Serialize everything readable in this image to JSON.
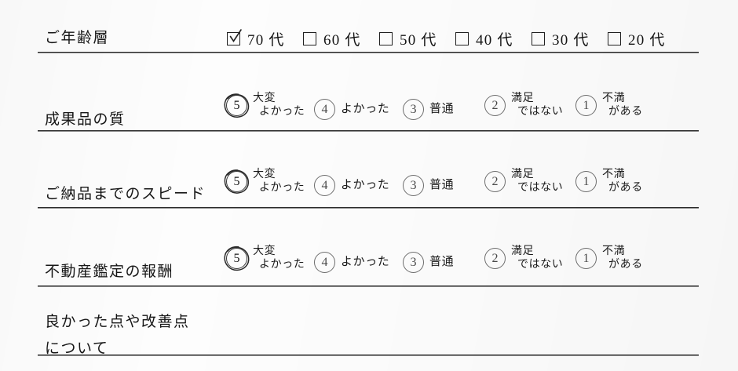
{
  "form": {
    "rows": [
      {
        "id": "age-group",
        "label": "ご年齢層",
        "type": "checkbox",
        "options": [
          {
            "label": "70 代",
            "checked": true
          },
          {
            "label": "60 代",
            "checked": false
          },
          {
            "label": "50 代",
            "checked": false
          },
          {
            "label": "40 代",
            "checked": false
          },
          {
            "label": "30 代",
            "checked": false
          },
          {
            "label": "20 代",
            "checked": false
          }
        ]
      },
      {
        "id": "quality",
        "label": "成果品の質",
        "type": "scale",
        "options": [
          {
            "number": "5",
            "line1": "大変",
            "line2": "よかった",
            "selected": true
          },
          {
            "number": "4",
            "line1": "よかった",
            "line2": "",
            "selected": false
          },
          {
            "number": "3",
            "line1": "普通",
            "line2": "",
            "selected": false
          },
          {
            "number": "2",
            "line1": "満足",
            "line2": "ではない",
            "selected": false
          },
          {
            "number": "1",
            "line1": "不満",
            "line2": "がある",
            "selected": false
          }
        ]
      },
      {
        "id": "delivery-speed",
        "label": "ご納品までのスピード",
        "type": "scale",
        "options": [
          {
            "number": "5",
            "line1": "大変",
            "line2": "よかった",
            "selected": true
          },
          {
            "number": "4",
            "line1": "よかった",
            "line2": "",
            "selected": false
          },
          {
            "number": "3",
            "line1": "普通",
            "line2": "",
            "selected": false
          },
          {
            "number": "2",
            "line1": "満足",
            "line2": "ではない",
            "selected": false
          },
          {
            "number": "1",
            "line1": "不満",
            "line2": "がある",
            "selected": false
          }
        ]
      },
      {
        "id": "appraisal-fee",
        "label": "不動産鑑定の報酬",
        "type": "scale",
        "options": [
          {
            "number": "5",
            "line1": "大変",
            "line2": "よかった",
            "selected": true
          },
          {
            "number": "4",
            "line1": "よかった",
            "line2": "",
            "selected": false
          },
          {
            "number": "3",
            "line1": "普通",
            "line2": "",
            "selected": false
          },
          {
            "number": "2",
            "line1": "満足",
            "line2": "ではない",
            "selected": false
          },
          {
            "number": "1",
            "line1": "不満",
            "line2": "がある",
            "selected": false
          }
        ]
      },
      {
        "id": "free-comment",
        "label_line1": "良かった点や改善点",
        "label_line2": "について",
        "type": "freetext",
        "value": ""
      }
    ]
  },
  "colors": {
    "ink": "#1a1a1a",
    "rule": "#2b2b2b",
    "print_circle": "#6e6e6e",
    "pen_mark": "#2a2a2a",
    "paper": "#fdfdfd"
  }
}
